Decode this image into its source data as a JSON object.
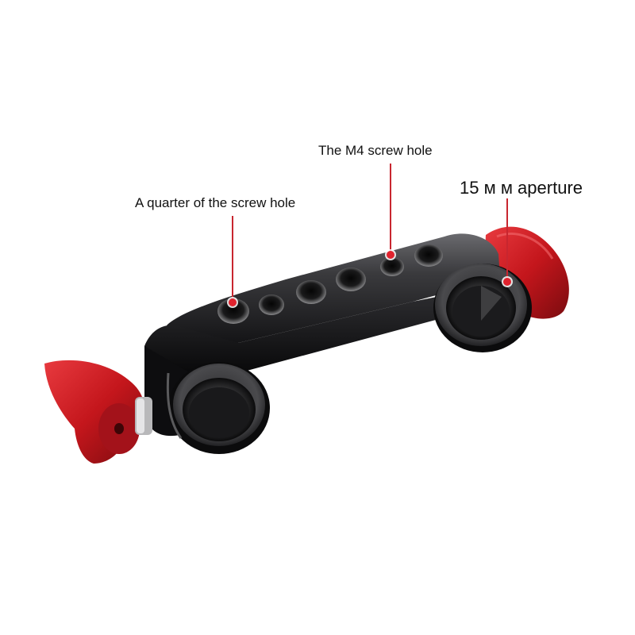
{
  "annotations": {
    "quarter_screw_hole": "A quarter of the screw hole",
    "m4_screw_hole": "The M4 screw hole",
    "aperture": "15 м м aperture"
  },
  "colors": {
    "background": "#ffffff",
    "clamp_body": "#1c1c1e",
    "knob_red": "#c4161c",
    "leader_line": "#c8262f",
    "label_text": "#111111"
  }
}
